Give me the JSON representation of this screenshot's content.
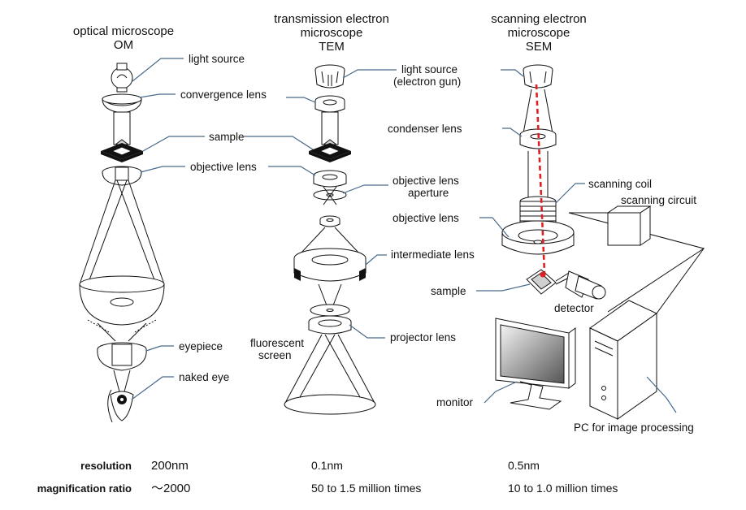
{
  "columns": {
    "om": {
      "title_line1": "optical microscope",
      "title_line2": "OM"
    },
    "tem": {
      "title_line1": "transmission electron",
      "title_line2": "microscope",
      "title_line3": "TEM"
    },
    "sem": {
      "title_line1": "scanning electron",
      "title_line2": "microscope",
      "title_line3": "SEM"
    }
  },
  "labels": {
    "om_light_source": "light source",
    "om_convergence_lens": "convergence lens",
    "sample": "sample",
    "om_objective_lens": "objective lens",
    "om_eyepiece": "eyepiece",
    "om_naked_eye": "naked eye",
    "tem_light_source_1": "light source",
    "tem_light_source_2": "(electron gun)",
    "tem_objective_aperture_1": "objective lens",
    "tem_objective_aperture_2": "aperture",
    "tem_intermediate_lens": "intermediate lens",
    "tem_projector_lens": "projector lens",
    "tem_fluorescent_1": "fluorescent",
    "tem_fluorescent_2": "screen",
    "sem_condenser_lens": "condenser lens",
    "sem_scanning_coil": "scanning coil",
    "sem_scanning_circuit": "scanning circuit",
    "sem_objective_lens": "objective lens",
    "sem_sample": "sample",
    "sem_detector": "detector",
    "sem_monitor": "monitor",
    "sem_pc": "PC for image processing"
  },
  "stats": {
    "resolution_label": "resolution",
    "magnification_label": "magnification ratio",
    "om_resolution": "200nm",
    "om_magnification": "～2000",
    "tem_resolution": "0.1nm",
    "tem_magnification": "50 to 1.5 million times",
    "sem_resolution": "0.5nm",
    "sem_magnification": "10 to 1.0 million times"
  },
  "colors": {
    "beam": "#e02020",
    "leader": "#4a6a8c"
  }
}
